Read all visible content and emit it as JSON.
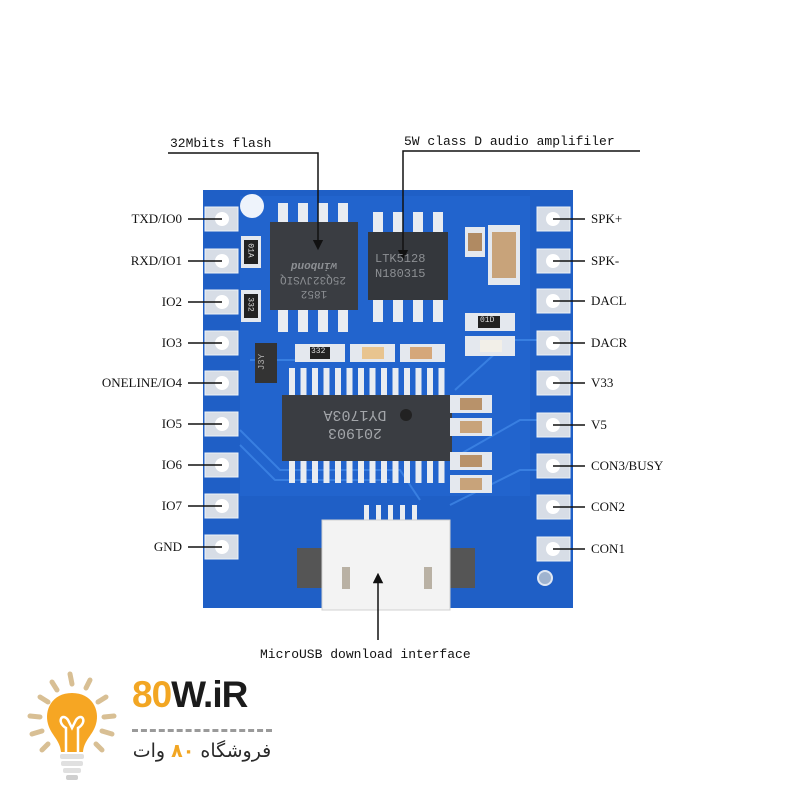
{
  "annotations": {
    "flash": "32Mbits flash",
    "amplifier": "5W class D audio amplifiler",
    "usb": "MicroUSB download interface"
  },
  "left_pins": [
    "TXD/IO0",
    "RXD/IO1",
    "IO2",
    "IO3",
    "ONELINE/IO4",
    "IO5",
    "IO6",
    "IO7",
    "GND"
  ],
  "right_pins": [
    "SPK+",
    "SPK-",
    "DACL",
    "DACR",
    "V33",
    "V5",
    "CON3/BUSY",
    "CON2",
    "CON1"
  ],
  "chip_markings": {
    "flash": [
      "1852",
      "25Q32JVSIQ",
      "winbond"
    ],
    "amp": [
      "LTK5128",
      "N180315"
    ],
    "mcu": [
      "201903",
      "DY1703A"
    ],
    "resistors": [
      "01A",
      "332",
      "332",
      "01D",
      "J3Y"
    ]
  },
  "logo": {
    "brand_number": "80",
    "brand_rest": "W.iR",
    "tagline_before": "فروشگاه",
    "tagline_digit": "۸۰",
    "tagline_after": "وات"
  },
  "colors": {
    "board": "#1f5fc6",
    "accent": "#f2a623"
  }
}
